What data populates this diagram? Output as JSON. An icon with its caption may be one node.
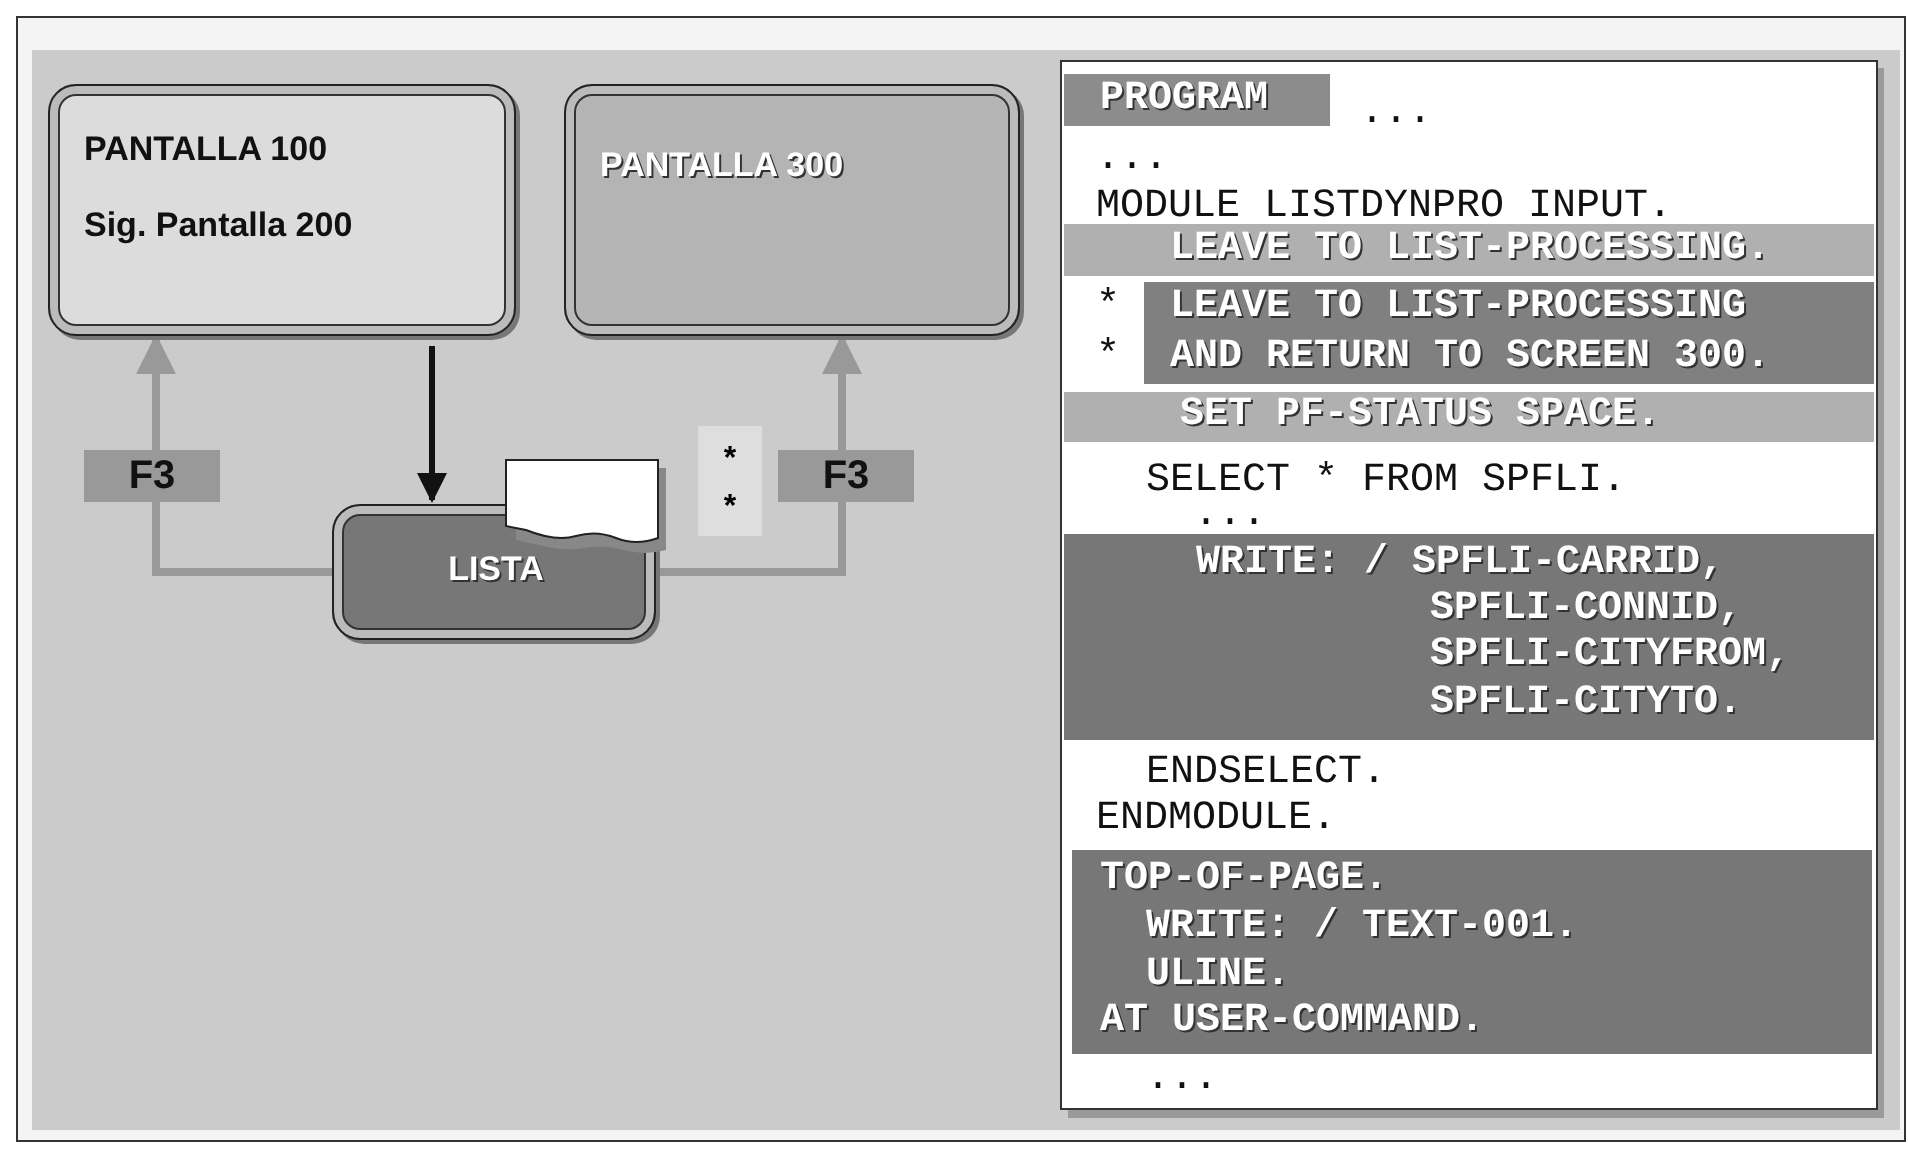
{
  "diagram": {
    "nodes": [
      {
        "text": [
          "PANTALLA 100",
          "Sig. Pantalla 200"
        ]
      },
      {
        "text": [
          "PANTALLA 300"
        ]
      },
      {
        "text": [
          "LISTA"
        ]
      }
    ],
    "edges": [
      {
        "from": 0,
        "to": 2,
        "arrow": "to",
        "color": "#111111"
      },
      {
        "from": 2,
        "to": 0,
        "arrow": "to",
        "label": "F3"
      },
      {
        "from": 2,
        "to": 1,
        "arrow": "to",
        "label": "F3"
      }
    ],
    "labels": [
      "*",
      "*",
      "PROGRAM",
      "...",
      "...",
      "MODULE LISTDYNPRO INPUT.",
      "LEAVE TO LIST-PROCESSING.",
      "*",
      "LEAVE TO LIST-PROCESSING",
      "*",
      "AND RETURN TO SCREEN 300.",
      "SET PF-STATUS SPACE.",
      "SELECT * FROM SPFLI.",
      "...",
      "WRITE: / SPFLI-CARRID,",
      "SPFLI-CONNID,",
      "SPFLI-CITYFROM,",
      "SPFLI-CITYTO.",
      "ENDSELECT.",
      "ENDMODULE.",
      "TOP-OF-PAGE.",
      "WRITE: / TEXT-001.",
      "ULINE.",
      "AT USER-COMMAND.",
      "..."
    ]
  }
}
